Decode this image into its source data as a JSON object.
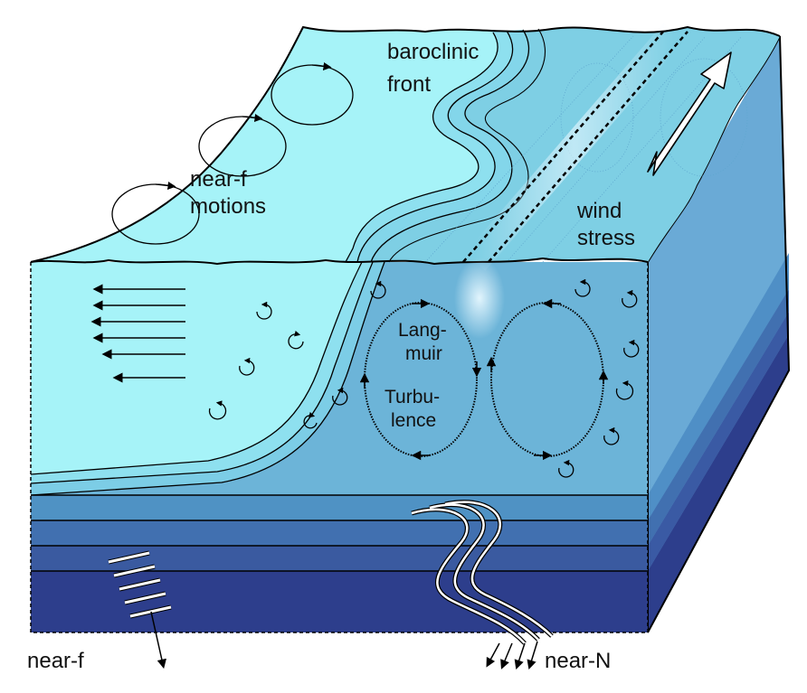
{
  "labels": {
    "baroclinic_1": "baroclinic",
    "baroclinic_2": "front",
    "nearf_1": "near-f",
    "nearf_2": "motions",
    "wind_1": "wind",
    "wind_2": "stress",
    "lang_1": "Lang-",
    "lang_2": "muir",
    "lang_3": "Turbu-",
    "lang_4": "lence",
    "bottom_left": "near-f",
    "bottom_right": "near-N"
  },
  "colors": {
    "warm_side": "#a6f3f8",
    "cold_side": "#7ecfe4",
    "mixed_layer": "#6cb4d8",
    "layer_2": "#4f92c4",
    "layer_3": "#4170b0",
    "deep_layer": "#2d3e8c",
    "right_face": "#5a9ccc"
  }
}
